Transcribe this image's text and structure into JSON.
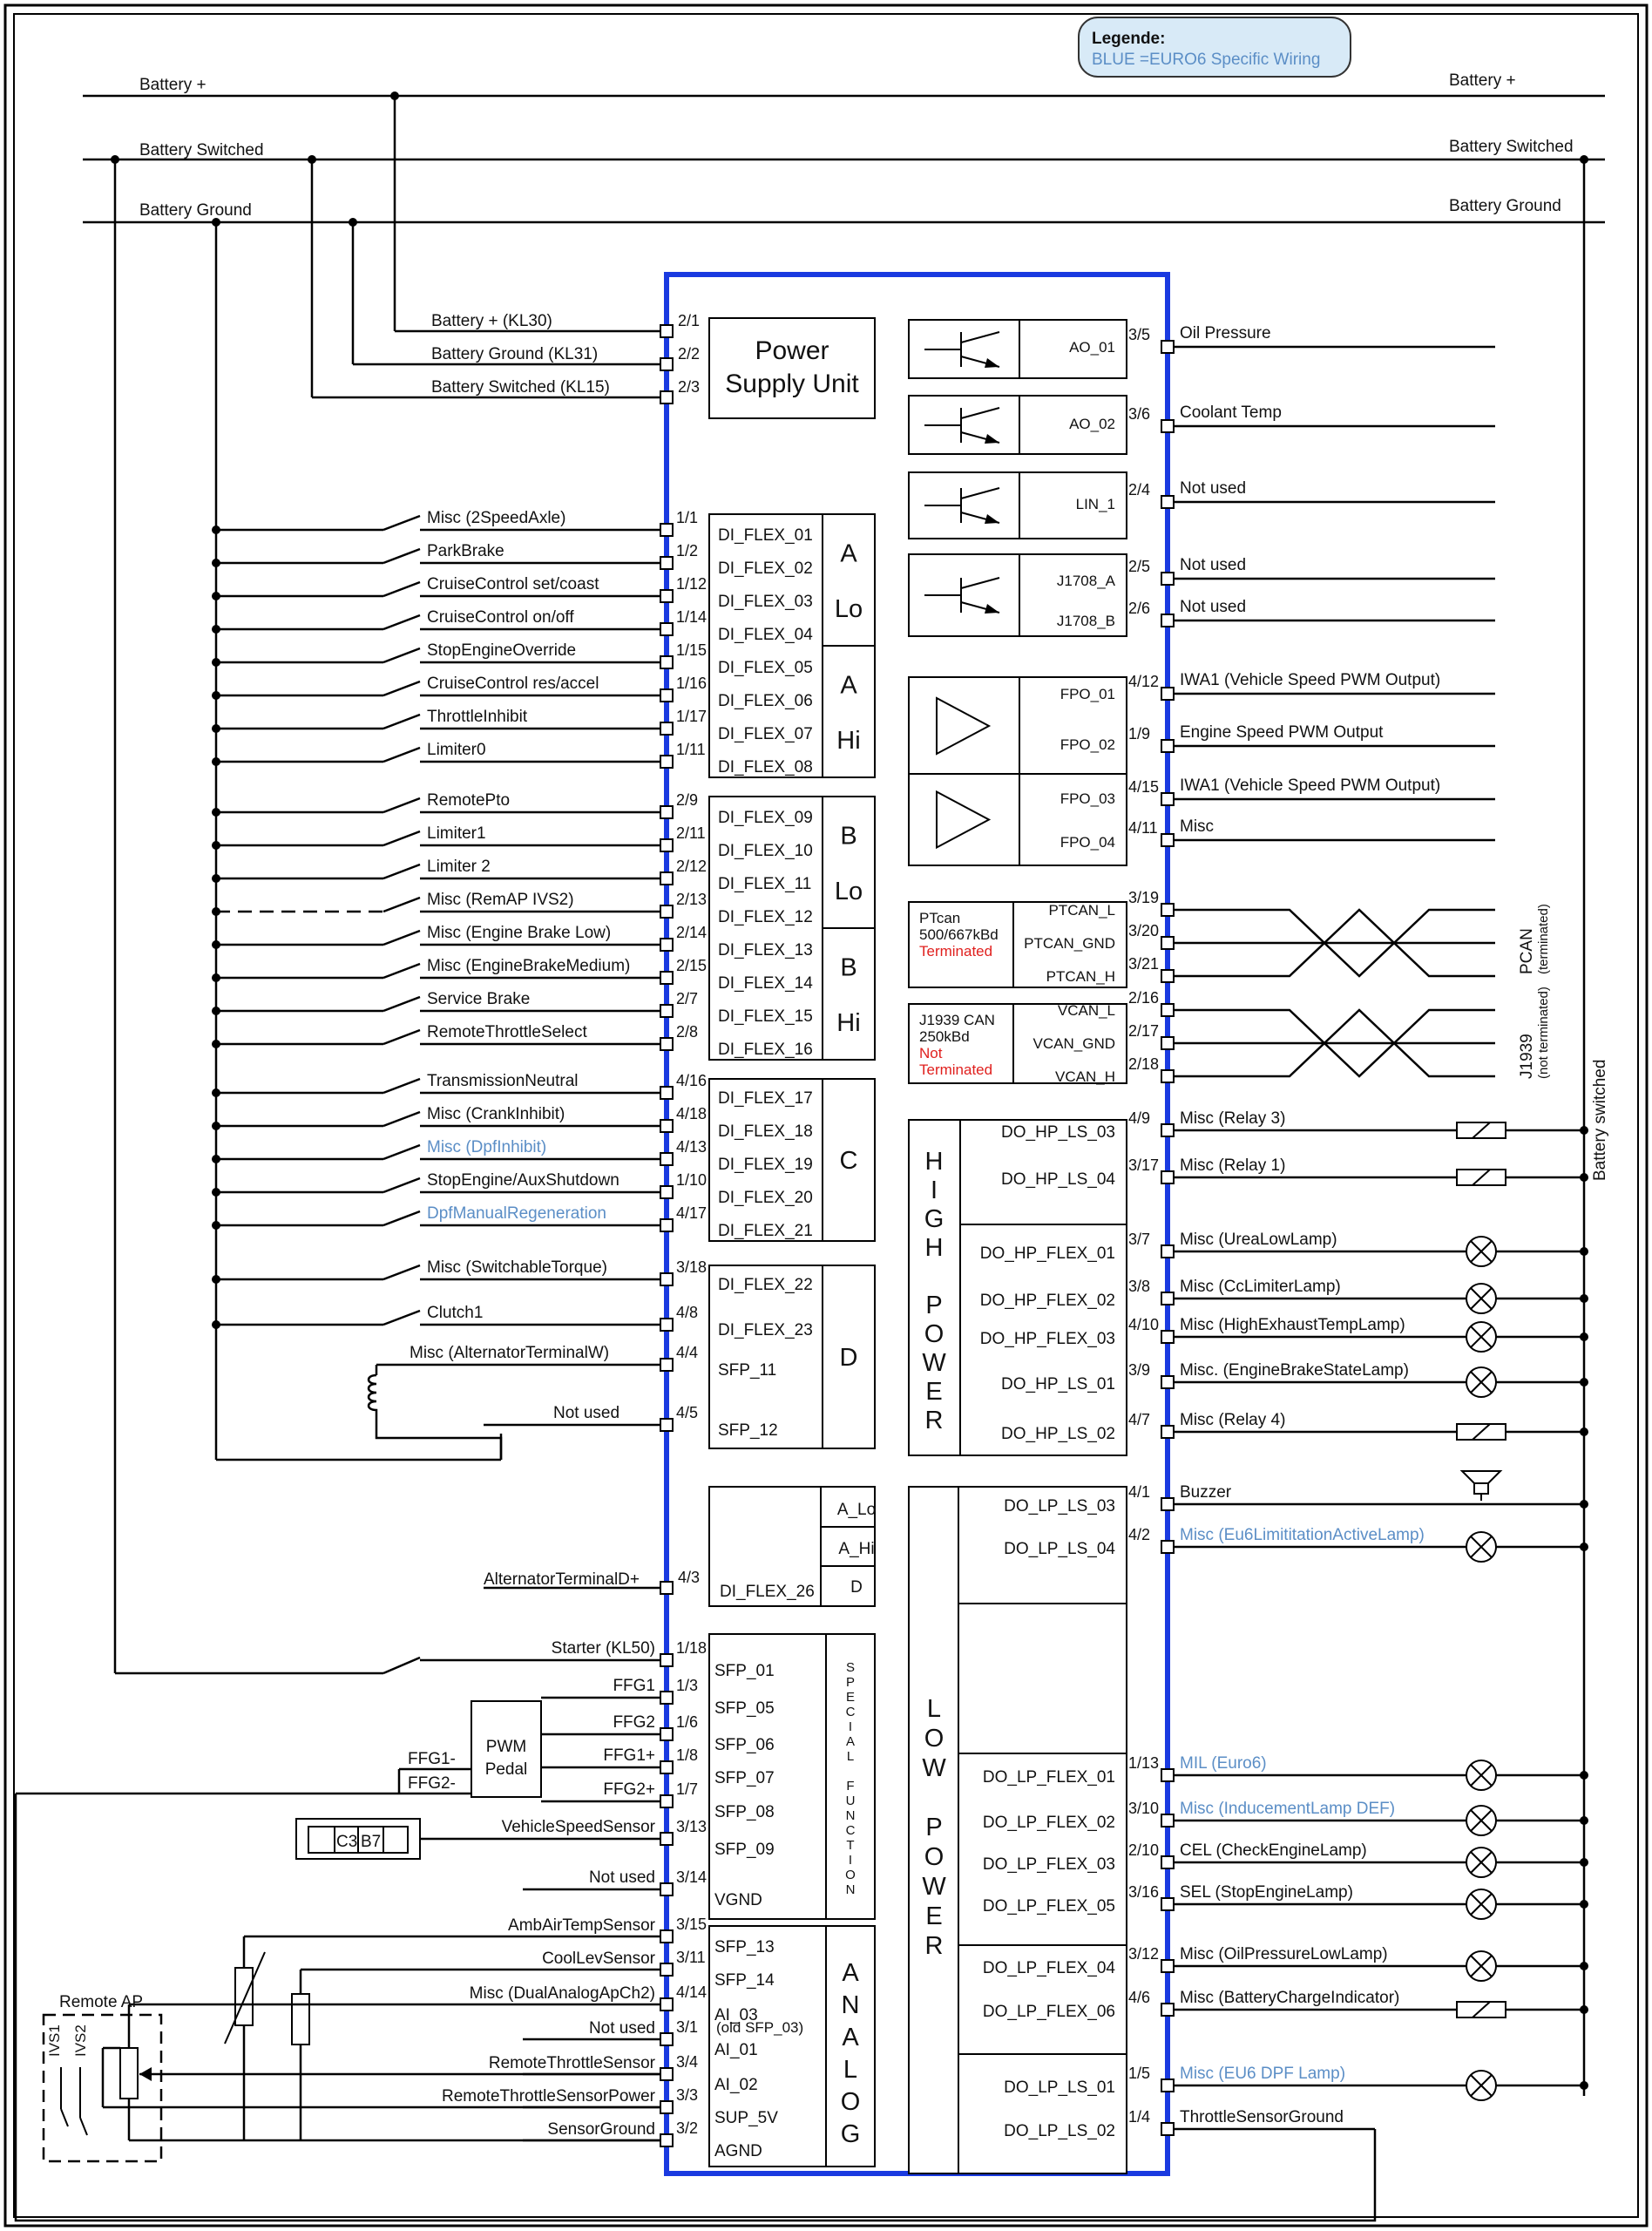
{
  "legend": {
    "title": "Legende:",
    "text": "BLUE =EURO6 Specific Wiring"
  },
  "rails": {
    "battery_plus": "Battery +",
    "battery_switched": "Battery Switched",
    "battery_ground": "Battery Ground",
    "battery_switched_vertical": "Battery switched"
  },
  "psu": {
    "line1": "Power",
    "line2": "Supply Unit"
  },
  "power_inputs": [
    {
      "pin": "2/1",
      "label": "Battery + (KL30)"
    },
    {
      "pin": "2/2",
      "label": "Battery Ground (KL31)"
    },
    {
      "pin": "2/3",
      "label": "Battery Switched (KL15)"
    }
  ],
  "di_left": [
    {
      "pin": "1/1",
      "label": "Misc (2SpeedAxle)",
      "flex": "DI_FLEX_01",
      "blue": false
    },
    {
      "pin": "1/2",
      "label": "ParkBrake",
      "flex": "DI_FLEX_02",
      "blue": false
    },
    {
      "pin": "1/12",
      "label": "CruiseControl set/coast",
      "flex": "DI_FLEX_03",
      "blue": false
    },
    {
      "pin": "1/14",
      "label": "CruiseControl on/off",
      "flex": "DI_FLEX_04",
      "blue": false
    },
    {
      "pin": "1/15",
      "label": "StopEngineOverride",
      "flex": "DI_FLEX_05",
      "blue": false
    },
    {
      "pin": "1/16",
      "label": "CruiseControl res/accel",
      "flex": "DI_FLEX_06",
      "blue": false
    },
    {
      "pin": "1/17",
      "label": "ThrottleInhibit",
      "flex": "DI_FLEX_07",
      "blue": false
    },
    {
      "pin": "1/11",
      "label": "Limiter0",
      "flex": "DI_FLEX_08",
      "blue": false
    },
    {
      "pin": "2/9",
      "label": "RemotePto",
      "flex": "DI_FLEX_09",
      "blue": false
    },
    {
      "pin": "2/11",
      "label": "Limiter1",
      "flex": "DI_FLEX_10",
      "blue": false
    },
    {
      "pin": "2/12",
      "label": "Limiter 2",
      "flex": "DI_FLEX_11",
      "blue": false
    },
    {
      "pin": "2/13",
      "label": "Misc (RemAP IVS2)",
      "flex": "DI_FLEX_12",
      "blue": false
    },
    {
      "pin": "2/14",
      "label": "Misc (Engine Brake Low)",
      "flex": "DI_FLEX_13",
      "blue": false
    },
    {
      "pin": "2/15",
      "label": "Misc (EngineBrakeMedium)",
      "flex": "DI_FLEX_14",
      "blue": false
    },
    {
      "pin": "2/7",
      "label": "Service Brake",
      "flex": "DI_FLEX_15",
      "blue": false
    },
    {
      "pin": "2/8",
      "label": "RemoteThrottleSelect",
      "flex": "DI_FLEX_16",
      "blue": false
    },
    {
      "pin": "4/16",
      "label": "TransmissionNeutral",
      "flex": "DI_FLEX_17",
      "blue": false
    },
    {
      "pin": "4/18",
      "label": "Misc (CrankInhibit)",
      "flex": "DI_FLEX_18",
      "blue": false
    },
    {
      "pin": "4/13",
      "label": "Misc (DpfInhibit)",
      "flex": "DI_FLEX_19",
      "blue": true
    },
    {
      "pin": "1/10",
      "label": "StopEngine/AuxShutdown",
      "flex": "DI_FLEX_20",
      "blue": false
    },
    {
      "pin": "4/17",
      "label": "DpfManualRegeneration",
      "flex": "DI_FLEX_21",
      "blue": true
    },
    {
      "pin": "3/18",
      "label": "Misc (SwitchableTorque)",
      "flex": "DI_FLEX_22",
      "blue": false
    },
    {
      "pin": "4/8",
      "label": "Clutch1",
      "flex": "DI_FLEX_23",
      "blue": false
    },
    {
      "pin": "4/4",
      "label": "Misc (AlternatorTerminalW)",
      "flex": "SFP_11",
      "blue": false
    },
    {
      "pin": "4/5",
      "label": "Not used",
      "flex": "SFP_12",
      "blue": false
    }
  ],
  "di_groups": [
    {
      "l1": "A",
      "l2": "Lo"
    },
    {
      "l1": "A",
      "l2": "Hi"
    },
    {
      "l1": "B",
      "l2": "Lo"
    },
    {
      "l1": "B",
      "l2": "Hi"
    },
    {
      "l1": "C",
      "l2": ""
    },
    {
      "l1": "D",
      "l2": ""
    }
  ],
  "di26": {
    "pin": "4/3",
    "label": "AlternatorTerminalD+",
    "flex": "DI_FLEX_26",
    "opts": [
      "A_Lo",
      "A_Hi",
      "D"
    ]
  },
  "special_inputs": [
    {
      "pin": "1/18",
      "label": "Starter (KL50)",
      "flex": "SFP_01"
    },
    {
      "pin": "1/3",
      "label": "FFG1",
      "flex": "SFP_05"
    },
    {
      "pin": "1/6",
      "label": "FFG2",
      "flex": "SFP_06"
    },
    {
      "pin": "1/8",
      "label": "FFG1+",
      "flex": "SFP_07"
    },
    {
      "pin": "1/7",
      "label": "FFG2+",
      "flex": "SFP_08"
    },
    {
      "pin": "3/13",
      "label": "VehicleSpeedSensor",
      "flex": "SFP_09"
    },
    {
      "pin": "3/14",
      "label": "Not used",
      "flex": "VGND"
    }
  ],
  "special_function_label": [
    "S",
    "P",
    "E",
    "C",
    "I",
    "A",
    "L",
    "",
    "F",
    "U",
    "N",
    "C",
    "T",
    "I",
    "O",
    "N"
  ],
  "pwm_pedal": {
    "l1": "PWM",
    "l2": "Pedal",
    "o1": "FFG1-",
    "o2": "FFG2-"
  },
  "speed_conn": {
    "a": "C3",
    "b": "B7"
  },
  "analog_inputs": [
    {
      "pin": "3/15",
      "label": "AmbAirTempSensor",
      "flex": "SFP_13"
    },
    {
      "pin": "3/11",
      "label": "CoolLevSensor",
      "flex": "SFP_14"
    },
    {
      "pin": "4/14",
      "label": "Misc (DualAnalogApCh2)",
      "flex": "AI_03",
      "note": "(old SFP_03)"
    },
    {
      "pin": "3/1",
      "label": "Not used",
      "flex": "AI_01"
    },
    {
      "pin": "3/4",
      "label": "RemoteThrottleSensor",
      "flex": "AI_02"
    },
    {
      "pin": "3/3",
      "label": "RemoteThrottleSensorPower",
      "flex": "SUP_5V"
    },
    {
      "pin": "3/2",
      "label": "SensorGround",
      "flex": "AGND"
    }
  ],
  "analog_label": [
    "A",
    "N",
    "A",
    "L",
    "O",
    "G"
  ],
  "remote_ap": {
    "title": "Remote AP",
    "ivs1": "IVS1",
    "ivs2": "IVS2"
  },
  "right_outputs": [
    {
      "pin": "3/5",
      "label": "Oil Pressure",
      "func": "AO_01"
    },
    {
      "pin": "3/6",
      "label": "Coolant Temp",
      "func": "AO_02"
    },
    {
      "pin": "2/4",
      "label": "Not used",
      "func": "LIN_1"
    },
    {
      "pin": "2/5",
      "label": "Not used",
      "func": "J1708_A"
    },
    {
      "pin": "2/6",
      "label": "Not used",
      "func": "J1708_B"
    },
    {
      "pin": "4/12",
      "label": "IWA1 (Vehicle Speed PWM Output)",
      "func": "FPO_01"
    },
    {
      "pin": "1/9",
      "label": "Engine Speed PWM Output",
      "func": "FPO_02"
    },
    {
      "pin": "4/15",
      "label": "IWA1 (Vehicle Speed PWM Output)",
      "func": "FPO_03"
    },
    {
      "pin": "4/11",
      "label": "Misc",
      "func": "FPO_04"
    }
  ],
  "ptcan": {
    "l1": "PTcan",
    "l2": "500/667kBd",
    "l3": "Terminated",
    "pins": [
      {
        "pin": "3/19",
        "func": "PTCAN_L"
      },
      {
        "pin": "3/20",
        "func": "PTCAN_GND"
      },
      {
        "pin": "3/21",
        "func": "PTCAN_H"
      }
    ],
    "bus": "PCAN",
    "bus_note": "(terminated)"
  },
  "j1939": {
    "l1": "J1939 CAN",
    "l2": "250kBd",
    "l3": "Not",
    "l4": "Terminated",
    "pins": [
      {
        "pin": "2/16",
        "func": "VCAN_L"
      },
      {
        "pin": "2/17",
        "func": "VCAN_GND"
      },
      {
        "pin": "2/18",
        "func": "VCAN_H"
      }
    ],
    "bus": "J1939",
    "bus_note": "(not terminated)"
  },
  "high_power": {
    "label": [
      "H",
      "I",
      "G",
      "H",
      "",
      "P",
      "O",
      "W",
      "E",
      "R"
    ],
    "rows": [
      {
        "func": "DO_HP_LS_03",
        "pin": "4/9",
        "label": "Misc (Relay 3)",
        "load": "relay",
        "blue": false
      },
      {
        "func": "DO_HP_LS_04",
        "pin": "3/17",
        "label": "Misc (Relay 1)",
        "load": "relay",
        "blue": false
      },
      {
        "func": "DO_HP_FLEX_01",
        "pin": "3/7",
        "label": "Misc (UreaLowLamp)",
        "load": "lamp",
        "blue": false
      },
      {
        "func": "DO_HP_FLEX_02",
        "pin": "3/8",
        "label": "Misc (CcLimiterLamp)",
        "load": "lamp",
        "blue": false
      },
      {
        "func": "DO_HP_FLEX_03",
        "pin": "4/10",
        "label": "Misc (HighExhaustTempLamp)",
        "load": "lamp",
        "blue": false
      },
      {
        "func": "DO_HP_LS_01",
        "pin": "3/9",
        "label": "Misc. (EngineBrakeStateLamp)",
        "load": "lamp",
        "blue": false
      },
      {
        "func": "DO_HP_LS_02",
        "pin": "4/7",
        "label": "Misc (Relay 4)",
        "load": "relay",
        "blue": false
      }
    ]
  },
  "low_power": {
    "label": [
      "L",
      "O",
      "W",
      "",
      "P",
      "O",
      "W",
      "E",
      "R"
    ],
    "rows": [
      {
        "func": "DO_LP_LS_03",
        "pin": "4/1",
        "label": "Buzzer",
        "load": "buzzer",
        "blue": false
      },
      {
        "func": "DO_LP_LS_04",
        "pin": "4/2",
        "label": "Misc (Eu6LimititationActiveLamp)",
        "load": "lamp",
        "blue": true
      },
      {
        "func": "DO_LP_FLEX_01",
        "pin": "1/13",
        "label": "MIL (Euro6)",
        "load": "lamp",
        "blue": true
      },
      {
        "func": "DO_LP_FLEX_02",
        "pin": "3/10",
        "label": "Misc (InducementLamp DEF)",
        "load": "lamp",
        "blue": true
      },
      {
        "func": "DO_LP_FLEX_03",
        "pin": "2/10",
        "label": "CEL (CheckEngineLamp)",
        "load": "lamp",
        "blue": false
      },
      {
        "func": "DO_LP_FLEX_05",
        "pin": "3/16",
        "label": "SEL (StopEngineLamp)",
        "load": "lamp",
        "blue": false
      },
      {
        "func": "DO_LP_FLEX_04",
        "pin": "3/12",
        "label": "Misc (OilPressureLowLamp)",
        "load": "lamp",
        "blue": false
      },
      {
        "func": "DO_LP_FLEX_06",
        "pin": "4/6",
        "label": "Misc (BatteryChargeIndicator)",
        "load": "relay",
        "blue": false
      },
      {
        "func": "DO_LP_LS_01",
        "pin": "1/5",
        "label": "Misc (EU6 DPF Lamp)",
        "load": "lamp",
        "blue": true
      },
      {
        "func": "DO_LP_LS_02",
        "pin": "1/4",
        "label": "ThrottleSensorGround",
        "load": "none",
        "blue": false
      }
    ]
  },
  "colors": {
    "ecu_border": "#1a3ae0",
    "euro6_blue": "#5b8ec6",
    "terminated_red": "#e0201e",
    "legend_fill": "#d8eaf7"
  }
}
